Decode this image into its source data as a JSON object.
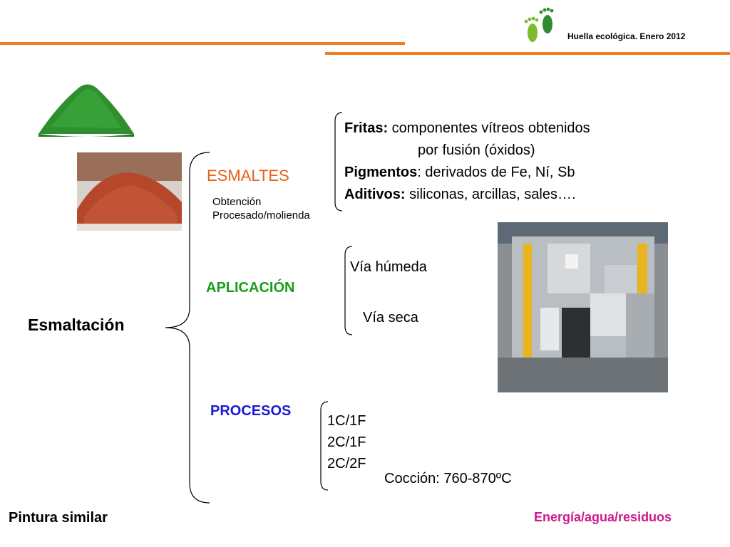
{
  "header": {
    "title": "Huella ecológica. Enero 2012",
    "logo": "green-footprints-logo"
  },
  "colors": {
    "orange_rule": "#f07d22",
    "esmaltes": "#e8601c",
    "aplicacion": "#1a9e1a",
    "procesos": "#1a1ad4",
    "energia": "#cc1a8c"
  },
  "root": {
    "label": "Esmaltación"
  },
  "esmaltes": {
    "title": "ESMALTES",
    "sub": [
      "Obtención",
      "Procesado/molienda"
    ],
    "details": [
      {
        "term": "Fritas:",
        "text": " componentes vítreos obtenidos"
      },
      {
        "term": "",
        "text": "por fusión (óxidos)"
      },
      {
        "term": "Pigmentos",
        "text": ": derivados de Fe, Ní, Sb"
      },
      {
        "term": "Aditivos:",
        "text": " siliconas, arcillas, sales…."
      }
    ]
  },
  "aplicacion": {
    "title": "APLICACIÓN",
    "items": [
      "Vía húmeda",
      "Vía seca"
    ]
  },
  "procesos": {
    "title": "PROCESOS",
    "items": [
      "1C/1F",
      "2C/1F",
      "2C/2F"
    ],
    "coccion": "Cocción: 760-870ºC"
  },
  "footer": {
    "left": "Pintura similar",
    "right": "Energía/agua/residuos"
  },
  "images": {
    "green_pigment": "green-powder-photo",
    "red_pigment": "red-powder-photo",
    "spray_booth": "enamel-application-booth-photo"
  }
}
